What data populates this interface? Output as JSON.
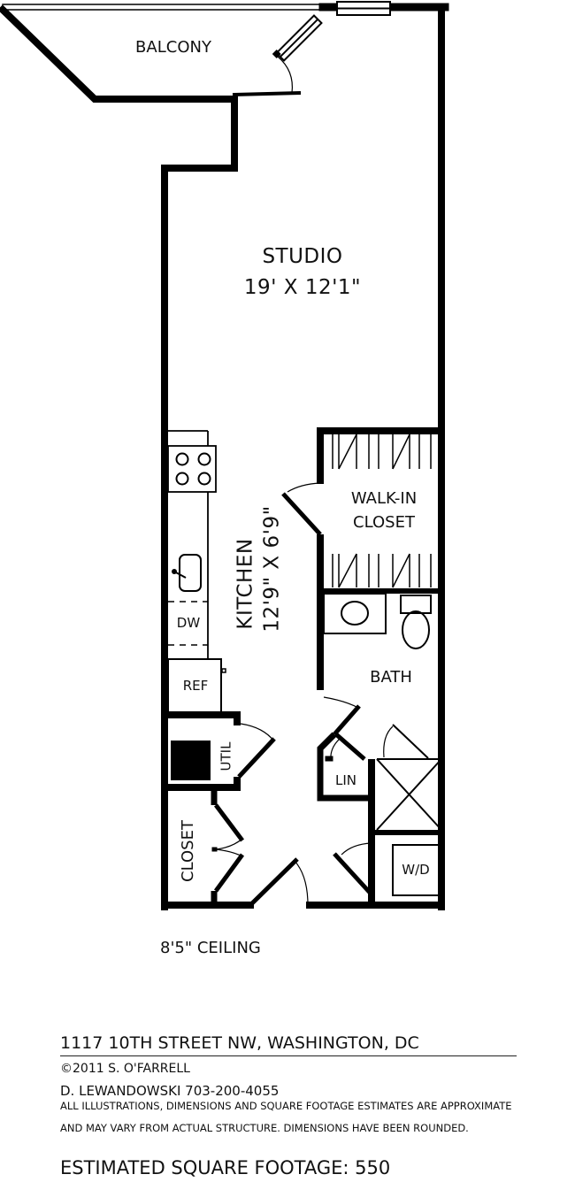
{
  "plan": {
    "rooms": {
      "balcony": {
        "label": "BALCONY"
      },
      "studio": {
        "label": "STUDIO",
        "dimensions": "19' X 12'1\""
      },
      "walk_in_closet": {
        "line1": "WALK-IN",
        "line2": "CLOSET"
      },
      "kitchen": {
        "label": "KITCHEN",
        "dimensions": "12'9\" X 6'9\""
      },
      "bath": {
        "label": "BATH"
      },
      "utility": {
        "label": "UTIL"
      },
      "linen": {
        "label": "LIN"
      },
      "closet": {
        "label": "CLOSET"
      }
    },
    "fixtures": {
      "dishwasher": "DW",
      "refrigerator": "REF",
      "washer_dryer": "W/D"
    },
    "ceiling": "8'5\" CEILING"
  },
  "footer": {
    "address": "1117 10TH STREET NW, WASHINGTON, DC",
    "copyright": "©2011 S. O'FARRELL",
    "agent": "D. LEWANDOWSKI  703-200-4055",
    "disclaimer_line1": "ALL ILLUSTRATIONS, DIMENSIONS AND SQUARE FOOTAGE ESTIMATES ARE APPROXIMATE",
    "disclaimer_line2": "AND MAY VARY FROM ACTUAL STRUCTURE. DIMENSIONS HAVE BEEN ROUNDED.",
    "square_footage": "ESTIMATED SQUARE FOOTAGE: 550"
  },
  "colors": {
    "wall": "#000000",
    "background": "#ffffff"
  }
}
